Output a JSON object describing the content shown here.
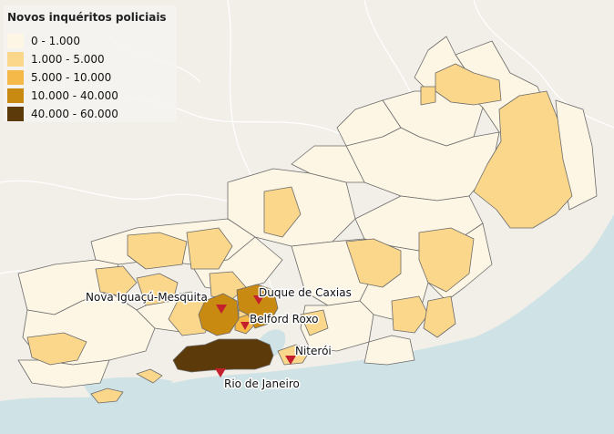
{
  "legend": {
    "title": "Novos inquéritos policiais",
    "classes": [
      {
        "label": "0 - 1.000",
        "color": "#fdf6e4"
      },
      {
        "label": "1.000 - 5.000",
        "color": "#fbd78c"
      },
      {
        "label": "5.000 - 10.000",
        "color": "#f5b94a"
      },
      {
        "label": "10.000 - 40.000",
        "color": "#c98a12"
      },
      {
        "label": "40.000 - 60.000",
        "color": "#5c3a09"
      }
    ]
  },
  "cities": {
    "nova_iguacu": "Nova Iguaçú-Mesquita",
    "duque_de_caxias": "Duque de Caxias",
    "belford_roxo": "Belford Roxo",
    "niteroi": "Niterói",
    "rio_de_janeiro": "Rio de Janeiro"
  },
  "colors": {
    "land_background": "#f2efe9",
    "water": "#cfe3e6",
    "marker": "#c41f2c"
  }
}
